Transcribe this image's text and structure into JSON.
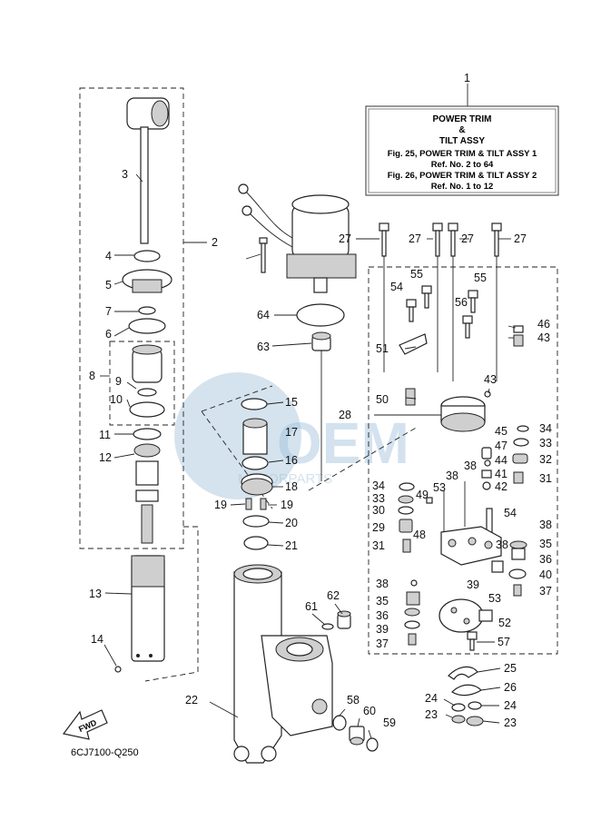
{
  "infobox": {
    "line1": "POWER TRIM",
    "line2": "&",
    "line3": "TILT ASSY",
    "line4": "Fig. 25, POWER TRIM & TILT ASSY 1",
    "line5": "Ref. No. 2 to 64",
    "line6": "Fig. 26, POWER TRIM & TILT ASSY 2",
    "line7": "Ref. No. 1 to 12"
  },
  "diagram_code": "6CJ7100-Q250",
  "fwd_label": "FWD",
  "watermark": {
    "main": "OEM",
    "sub": "MOTORPARTS"
  },
  "callouts": [
    "1",
    "2",
    "3",
    "4",
    "5",
    "6",
    "7",
    "8",
    "9",
    "10",
    "11",
    "12",
    "13",
    "14",
    "15",
    "16",
    "17",
    "18",
    "19",
    "19",
    "20",
    "21",
    "22",
    "23",
    "23",
    "24",
    "24",
    "25",
    "26",
    "27",
    "27",
    "27",
    "27",
    "28",
    "29",
    "30",
    "31",
    "31",
    "32",
    "33",
    "33",
    "34",
    "34",
    "35",
    "35",
    "36",
    "36",
    "37",
    "37",
    "38",
    "38",
    "38",
    "38",
    "38",
    "39",
    "39",
    "40",
    "41",
    "42",
    "43",
    "43",
    "44",
    "45",
    "46",
    "47",
    "48",
    "49",
    "50",
    "51",
    "52",
    "53",
    "53",
    "54",
    "54",
    "55",
    "55",
    "56",
    "57",
    "58",
    "59",
    "60",
    "61",
    "62",
    "63",
    "64"
  ],
  "colors": {
    "line": "#222222",
    "watermark": "#9fc0da"
  }
}
